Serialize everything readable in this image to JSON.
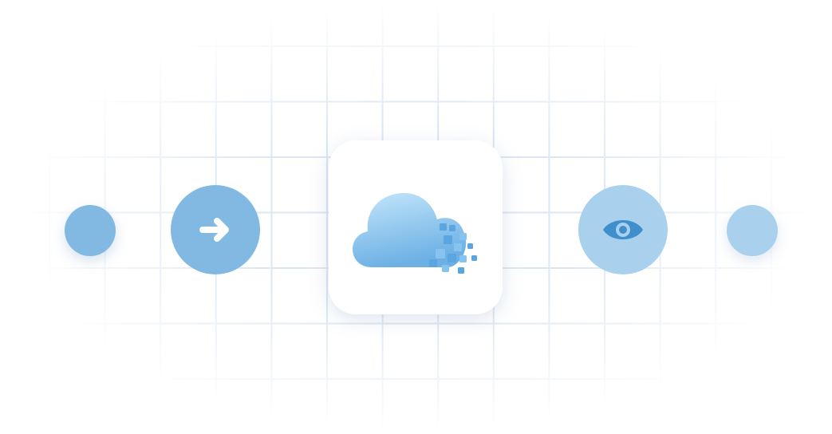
{
  "colors": {
    "grid_line": "#dbe7f3",
    "node_dark": "#81b9e2",
    "node_light": "#a9d0ec",
    "eye_blue": "#3f8fcc",
    "cloud_light": "#bfe3fa",
    "cloud_dark": "#6fb3e6",
    "card_bg": "#ffffff"
  },
  "nodes": [
    {
      "id": "source-dot",
      "icon": "none"
    },
    {
      "id": "arrow-node",
      "icon": "arrow-right-icon"
    },
    {
      "id": "cloud-card",
      "icon": "cloud-pixel-icon"
    },
    {
      "id": "eye-node",
      "icon": "eye-icon"
    },
    {
      "id": "target-dot",
      "icon": "none"
    }
  ]
}
